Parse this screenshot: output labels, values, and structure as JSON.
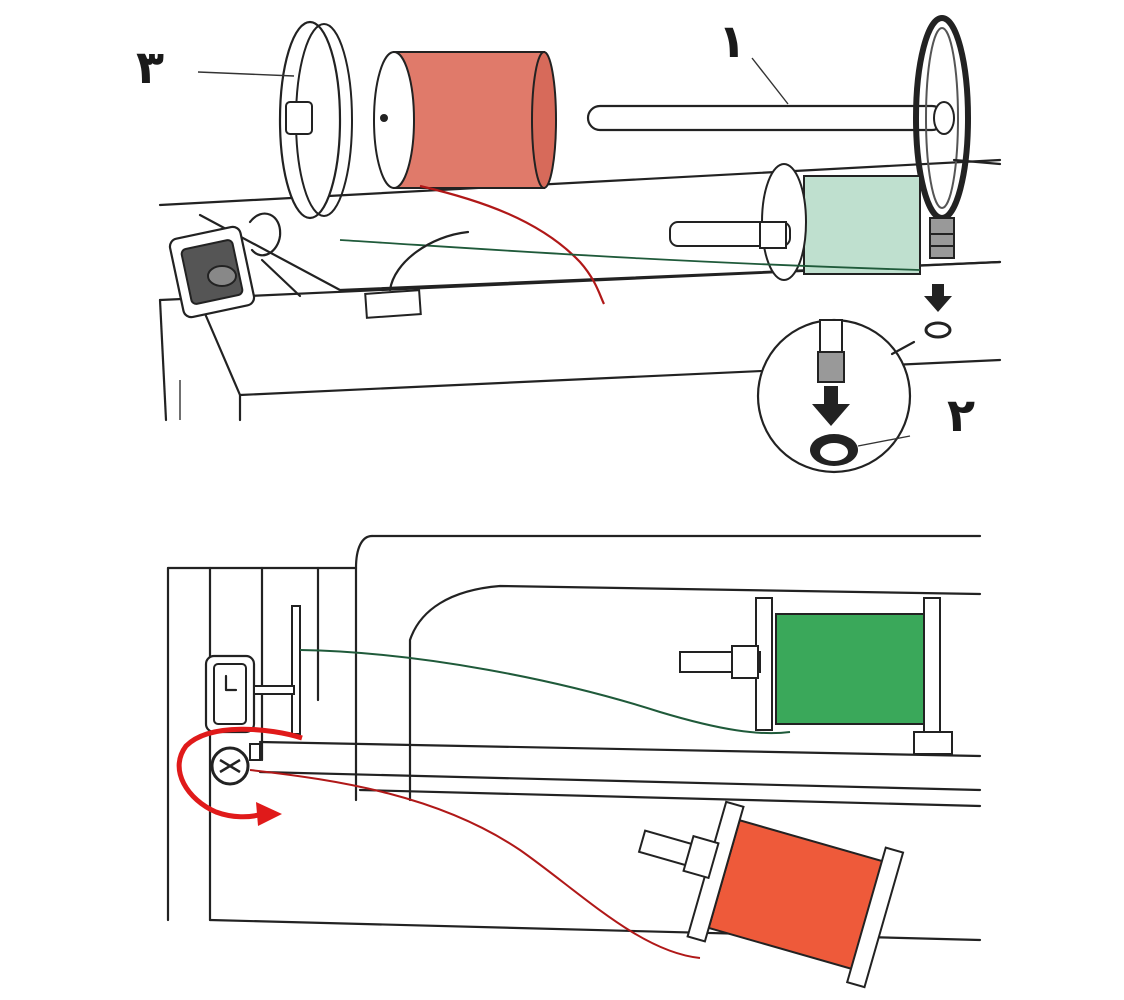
{
  "labels": {
    "one": "۱",
    "two": "۲",
    "three": "۳"
  },
  "colors": {
    "red_spool": "#e07a6a",
    "green_spool_top": "#bfe0cf",
    "green_spool_bottom": "#3aa85a",
    "orange_spool": "#ee5a3a",
    "thread_red": "#b01818",
    "thread_green": "#1f5a3a",
    "arrow_red": "#e01a1a"
  }
}
